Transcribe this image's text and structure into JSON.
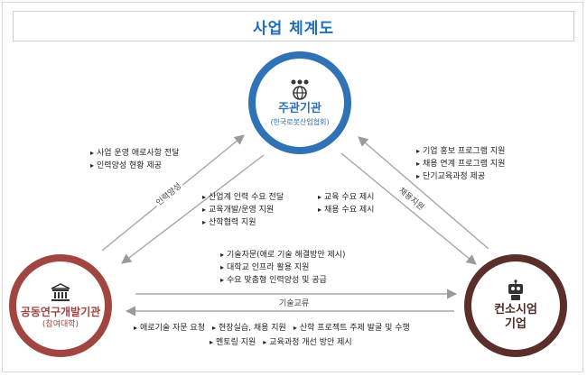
{
  "title": "사업 체계도",
  "nodes": {
    "hub": {
      "name": "주관기관",
      "sub": "(한국로봇산업협회)",
      "icon": "globe-icon",
      "color": "#2f72b6"
    },
    "research": {
      "name": "공동연구개발기관",
      "sub": "(참여대학)",
      "icon": "building-icon",
      "color": "#a0453f"
    },
    "company": {
      "name_line1": "컨소시엄",
      "name_line2": "기업",
      "icon": "robot-icon",
      "color": "#5a2f2a"
    }
  },
  "edges": {
    "left": "인력양성",
    "right": "채용지원",
    "bottom": "기술교류"
  },
  "lists": {
    "hub_to_research_top": [
      "사업 운영 애로사항 전달",
      "인력양성 현황 제공"
    ],
    "hub_to_research_inner": [
      "산업계 인력 수요 전달",
      "교육개발/운영 지원",
      "산학협력 지원"
    ],
    "hub_middle_right": [
      "교육 수요 제시",
      "채용 수요 제시"
    ],
    "hub_to_company": [
      "기업 홍보 프로그램 지원",
      "채용 연계 프로그램 지원",
      "단기교육과정 제공"
    ],
    "research_to_company": [
      "기술자문(애로 기술 해결방안 제시)",
      "대학교 인프라 활용 지원",
      "수요 맞춤형 인력양성 및 공급"
    ],
    "company_to_research_row1": [
      "애로기술 자문 요청",
      "현장실습, 채용 지원",
      "산학 프로젝트 주제 발굴 및 수행"
    ],
    "company_to_research_row2": [
      "멘토링 지원",
      "교육과정 개선 방안 제시"
    ]
  }
}
